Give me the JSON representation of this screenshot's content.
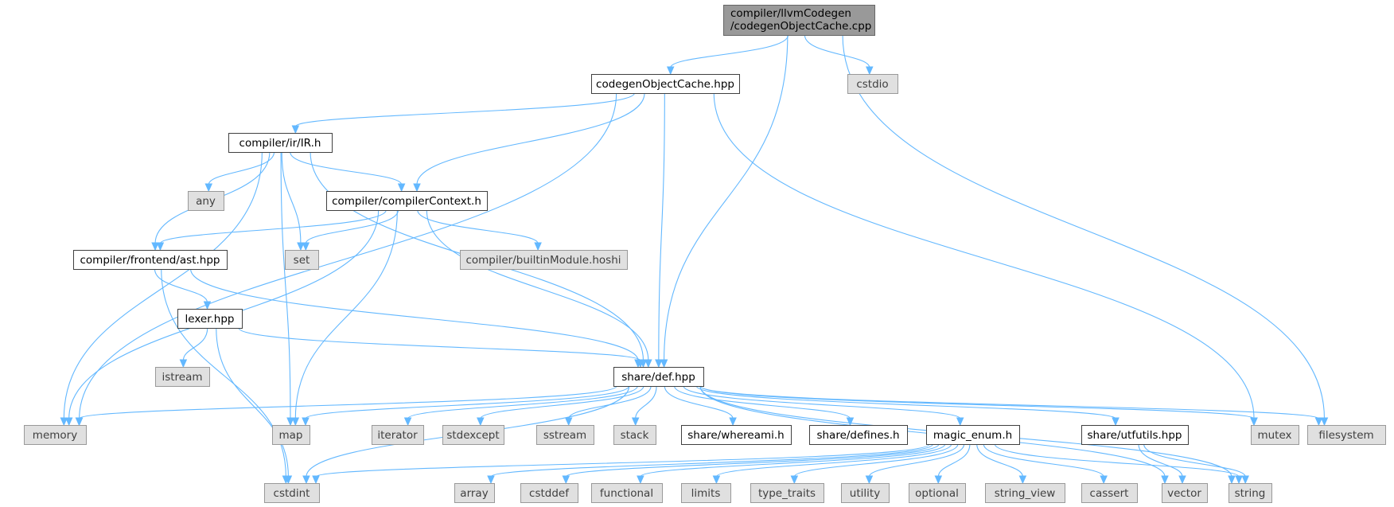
{
  "graph": {
    "title": "Include dependency graph",
    "nodes": [
      {
        "id": "root",
        "lines": [
          "compiler/llvmCodegen",
          "/codegenObjectCache.cpp"
        ],
        "kind": "root"
      },
      {
        "id": "cache_hpp",
        "lines": [
          "codegenObjectCache.hpp"
        ],
        "kind": "local"
      },
      {
        "id": "cstdio",
        "lines": [
          "cstdio"
        ],
        "kind": "sys"
      },
      {
        "id": "ir_h",
        "lines": [
          "compiler/ir/IR.h"
        ],
        "kind": "local"
      },
      {
        "id": "any",
        "lines": [
          "any"
        ],
        "kind": "sys"
      },
      {
        "id": "ctx_h",
        "lines": [
          "compiler/compilerContext.h"
        ],
        "kind": "local"
      },
      {
        "id": "set",
        "lines": [
          "set"
        ],
        "kind": "sys"
      },
      {
        "id": "builtin",
        "lines": [
          "compiler/builtinModule.hoshi"
        ],
        "kind": "sys"
      },
      {
        "id": "ast_hpp",
        "lines": [
          "compiler/frontend/ast.hpp"
        ],
        "kind": "local"
      },
      {
        "id": "lexer_hpp",
        "lines": [
          "lexer.hpp"
        ],
        "kind": "local"
      },
      {
        "id": "istream",
        "lines": [
          "istream"
        ],
        "kind": "sys"
      },
      {
        "id": "def_hpp",
        "lines": [
          "share/def.hpp"
        ],
        "kind": "local"
      },
      {
        "id": "memory",
        "lines": [
          "memory"
        ],
        "kind": "sys"
      },
      {
        "id": "map",
        "lines": [
          "map"
        ],
        "kind": "sys"
      },
      {
        "id": "iterator",
        "lines": [
          "iterator"
        ],
        "kind": "sys"
      },
      {
        "id": "stdexcept",
        "lines": [
          "stdexcept"
        ],
        "kind": "sys"
      },
      {
        "id": "sstream",
        "lines": [
          "sstream"
        ],
        "kind": "sys"
      },
      {
        "id": "stack",
        "lines": [
          "stack"
        ],
        "kind": "sys"
      },
      {
        "id": "whereami",
        "lines": [
          "share/whereami.h"
        ],
        "kind": "local"
      },
      {
        "id": "defines",
        "lines": [
          "share/defines.h"
        ],
        "kind": "local"
      },
      {
        "id": "magic_enum",
        "lines": [
          "magic_enum.h"
        ],
        "kind": "local"
      },
      {
        "id": "utfutils",
        "lines": [
          "share/utfutils.hpp"
        ],
        "kind": "local"
      },
      {
        "id": "mutex",
        "lines": [
          "mutex"
        ],
        "kind": "sys"
      },
      {
        "id": "filesystem",
        "lines": [
          "filesystem"
        ],
        "kind": "sys"
      },
      {
        "id": "cstdint",
        "lines": [
          "cstdint"
        ],
        "kind": "sys"
      },
      {
        "id": "array",
        "lines": [
          "array"
        ],
        "kind": "sys"
      },
      {
        "id": "cstddef",
        "lines": [
          "cstddef"
        ],
        "kind": "sys"
      },
      {
        "id": "functional",
        "lines": [
          "functional"
        ],
        "kind": "sys"
      },
      {
        "id": "limits",
        "lines": [
          "limits"
        ],
        "kind": "sys"
      },
      {
        "id": "type_traits",
        "lines": [
          "type_traits"
        ],
        "kind": "sys"
      },
      {
        "id": "utility",
        "lines": [
          "utility"
        ],
        "kind": "sys"
      },
      {
        "id": "optional",
        "lines": [
          "optional"
        ],
        "kind": "sys"
      },
      {
        "id": "string_view",
        "lines": [
          "string_view"
        ],
        "kind": "sys"
      },
      {
        "id": "cassert",
        "lines": [
          "cassert"
        ],
        "kind": "sys"
      },
      {
        "id": "vector",
        "lines": [
          "vector"
        ],
        "kind": "sys"
      },
      {
        "id": "string",
        "lines": [
          "string"
        ],
        "kind": "sys"
      }
    ],
    "edges": [
      [
        "root",
        "cache_hpp"
      ],
      [
        "root",
        "cstdio"
      ],
      [
        "root",
        "def_hpp"
      ],
      [
        "root",
        "filesystem"
      ],
      [
        "cache_hpp",
        "ir_h"
      ],
      [
        "cache_hpp",
        "memory"
      ],
      [
        "cache_hpp",
        "ctx_h"
      ],
      [
        "cache_hpp",
        "def_hpp"
      ],
      [
        "cache_hpp",
        "mutex"
      ],
      [
        "ir_h",
        "any"
      ],
      [
        "ir_h",
        "ctx_h"
      ],
      [
        "ir_h",
        "set"
      ],
      [
        "ir_h",
        "memory"
      ],
      [
        "ir_h",
        "map"
      ],
      [
        "ir_h",
        "ast_hpp"
      ],
      [
        "ir_h",
        "def_hpp"
      ],
      [
        "ctx_h",
        "set"
      ],
      [
        "ctx_h",
        "builtin"
      ],
      [
        "ctx_h",
        "ast_hpp"
      ],
      [
        "ctx_h",
        "memory"
      ],
      [
        "ctx_h",
        "map"
      ],
      [
        "ctx_h",
        "def_hpp"
      ],
      [
        "ast_hpp",
        "lexer_hpp"
      ],
      [
        "ast_hpp",
        "def_hpp"
      ],
      [
        "ast_hpp",
        "cstdint"
      ],
      [
        "lexer_hpp",
        "istream"
      ],
      [
        "lexer_hpp",
        "def_hpp"
      ],
      [
        "lexer_hpp",
        "cstdint"
      ],
      [
        "def_hpp",
        "memory"
      ],
      [
        "def_hpp",
        "map"
      ],
      [
        "def_hpp",
        "iterator"
      ],
      [
        "def_hpp",
        "stdexcept"
      ],
      [
        "def_hpp",
        "sstream"
      ],
      [
        "def_hpp",
        "stack"
      ],
      [
        "def_hpp",
        "whereami"
      ],
      [
        "def_hpp",
        "defines"
      ],
      [
        "def_hpp",
        "magic_enum"
      ],
      [
        "def_hpp",
        "utfutils"
      ],
      [
        "def_hpp",
        "mutex"
      ],
      [
        "def_hpp",
        "filesystem"
      ],
      [
        "def_hpp",
        "cstdint"
      ],
      [
        "def_hpp",
        "vector"
      ],
      [
        "def_hpp",
        "string"
      ],
      [
        "magic_enum",
        "cstdint"
      ],
      [
        "magic_enum",
        "array"
      ],
      [
        "magic_enum",
        "cstddef"
      ],
      [
        "magic_enum",
        "functional"
      ],
      [
        "magic_enum",
        "limits"
      ],
      [
        "magic_enum",
        "type_traits"
      ],
      [
        "magic_enum",
        "utility"
      ],
      [
        "magic_enum",
        "optional"
      ],
      [
        "magic_enum",
        "string_view"
      ],
      [
        "magic_enum",
        "cassert"
      ],
      [
        "magic_enum",
        "string"
      ],
      [
        "utfutils",
        "vector"
      ],
      [
        "utfutils",
        "string"
      ]
    ]
  }
}
